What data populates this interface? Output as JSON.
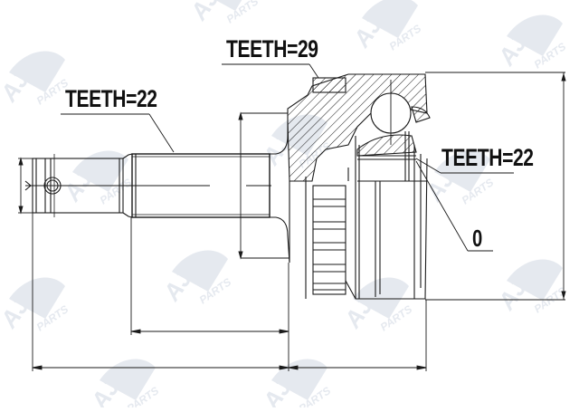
{
  "drawing": {
    "subject": "CV joint outer (drive shaft joint) technical drawing",
    "background_color": "#ffffff",
    "line_color": "#1a1a1a",
    "watermark_color": "#dde3ec"
  },
  "watermark": {
    "brand": "AJS",
    "sub": "PARTS"
  },
  "labels": {
    "shaft_spline": "TEETH=22",
    "abs_ring": "TEETH=29",
    "inner_spline": "TEETH=22",
    "seal_marker": "0"
  },
  "dimensions": {
    "shaft_end_diameter": "",
    "shaft_diameter": "",
    "housing_outer_diameter": "",
    "shaft_length": "",
    "overall_length_left": "",
    "housing_length": ""
  }
}
